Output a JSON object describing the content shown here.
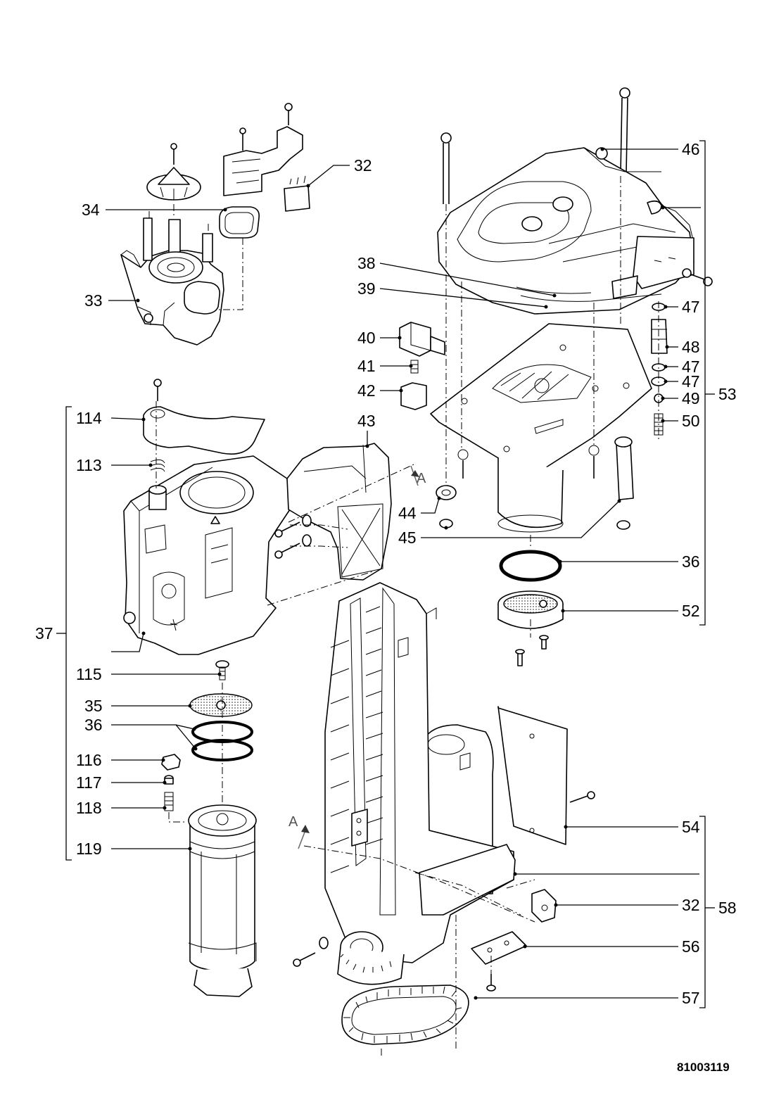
{
  "document_number": "81003119",
  "section_marks": [
    "A",
    "A"
  ],
  "callouts": [
    {
      "id": "c32a",
      "text": "32"
    },
    {
      "id": "c34",
      "text": "34"
    },
    {
      "id": "c33",
      "text": "33"
    },
    {
      "id": "c46",
      "text": "46"
    },
    {
      "id": "c38",
      "text": "38"
    },
    {
      "id": "c39",
      "text": "39"
    },
    {
      "id": "c47a",
      "text": "47"
    },
    {
      "id": "c48",
      "text": "48"
    },
    {
      "id": "c47b",
      "text": "47"
    },
    {
      "id": "c47c",
      "text": "47"
    },
    {
      "id": "c49",
      "text": "49"
    },
    {
      "id": "c50",
      "text": "50"
    },
    {
      "id": "c53",
      "text": "53"
    },
    {
      "id": "c40",
      "text": "40"
    },
    {
      "id": "c41",
      "text": "41"
    },
    {
      "id": "c42",
      "text": "42"
    },
    {
      "id": "c43",
      "text": "43"
    },
    {
      "id": "c114",
      "text": "114"
    },
    {
      "id": "c113",
      "text": "113"
    },
    {
      "id": "c44",
      "text": "44"
    },
    {
      "id": "c45",
      "text": "45"
    },
    {
      "id": "c36a",
      "text": "36"
    },
    {
      "id": "c52",
      "text": "52"
    },
    {
      "id": "c37",
      "text": "37"
    },
    {
      "id": "c115",
      "text": "115"
    },
    {
      "id": "c35",
      "text": "35"
    },
    {
      "id": "c36b",
      "text": "36"
    },
    {
      "id": "c116",
      "text": "116"
    },
    {
      "id": "c117",
      "text": "117"
    },
    {
      "id": "c118",
      "text": "118"
    },
    {
      "id": "c119",
      "text": "119"
    },
    {
      "id": "c54",
      "text": "54"
    },
    {
      "id": "c32b",
      "text": "32"
    },
    {
      "id": "c58",
      "text": "58"
    },
    {
      "id": "c56",
      "text": "56"
    },
    {
      "id": "c57",
      "text": "57"
    }
  ]
}
